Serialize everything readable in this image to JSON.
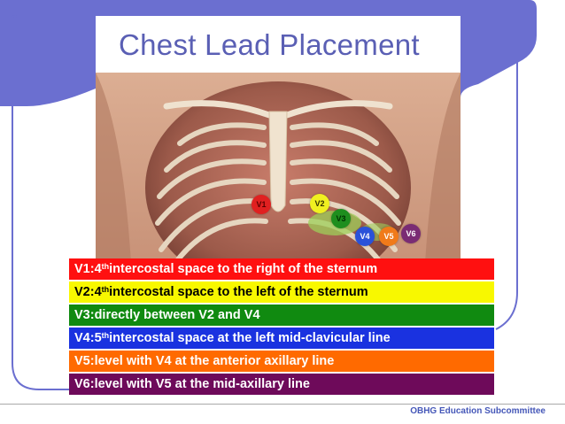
{
  "title": "Chest Lead Placement",
  "electrodes": [
    {
      "label": "V1",
      "color": "#e02020",
      "text_color": "#5a0000"
    },
    {
      "label": "V2",
      "color": "#f0f020",
      "text_color": "#333300"
    },
    {
      "label": "V3",
      "color": "#1e8e1e",
      "text_color": "#003300"
    },
    {
      "label": "V4",
      "color": "#2a52d9",
      "text_color": "#ffffff"
    },
    {
      "label": "V5",
      "color": "#f07a1a",
      "text_color": "#ffffff"
    },
    {
      "label": "V6",
      "color": "#7a2c74",
      "text_color": "#ffffff"
    }
  ],
  "placements": [
    {
      "lead": "V1:",
      "sup": "th",
      "pre": " 4",
      "text": " intercostal space to the right of the sternum",
      "bg": "#ff1010",
      "fg": "#ffffff"
    },
    {
      "lead": "V2:",
      "sup": "th",
      "pre": " 4",
      "text": " intercostal space to the left of the sternum",
      "bg": "#f8f800",
      "fg": "#000000"
    },
    {
      "lead": "V3:",
      "sup": "",
      "pre": "",
      "text": " directly between V2 and V4",
      "bg": "#108a10",
      "fg": "#ffffff"
    },
    {
      "lead": "V4:",
      "sup": "th",
      "pre": " 5",
      "text": " intercostal space at the left mid-clavicular line",
      "bg": "#1a32e0",
      "fg": "#ffffff"
    },
    {
      "lead": "V5:",
      "sup": "",
      "pre": "",
      "text": " level with V4 at the anterior axillary line",
      "bg": "#ff6a00",
      "fg": "#ffffff"
    },
    {
      "lead": "V6:",
      "sup": "",
      "pre": "",
      "text": " level with V5 at the mid-axillary line",
      "bg": "#6e0a5a",
      "fg": "#ffffff"
    }
  ],
  "footer": "OBHG Education Subcommittee",
  "colors": {
    "accent": "#6b6fd0",
    "title": "#5a5fb4",
    "footer": "#4557b8"
  }
}
